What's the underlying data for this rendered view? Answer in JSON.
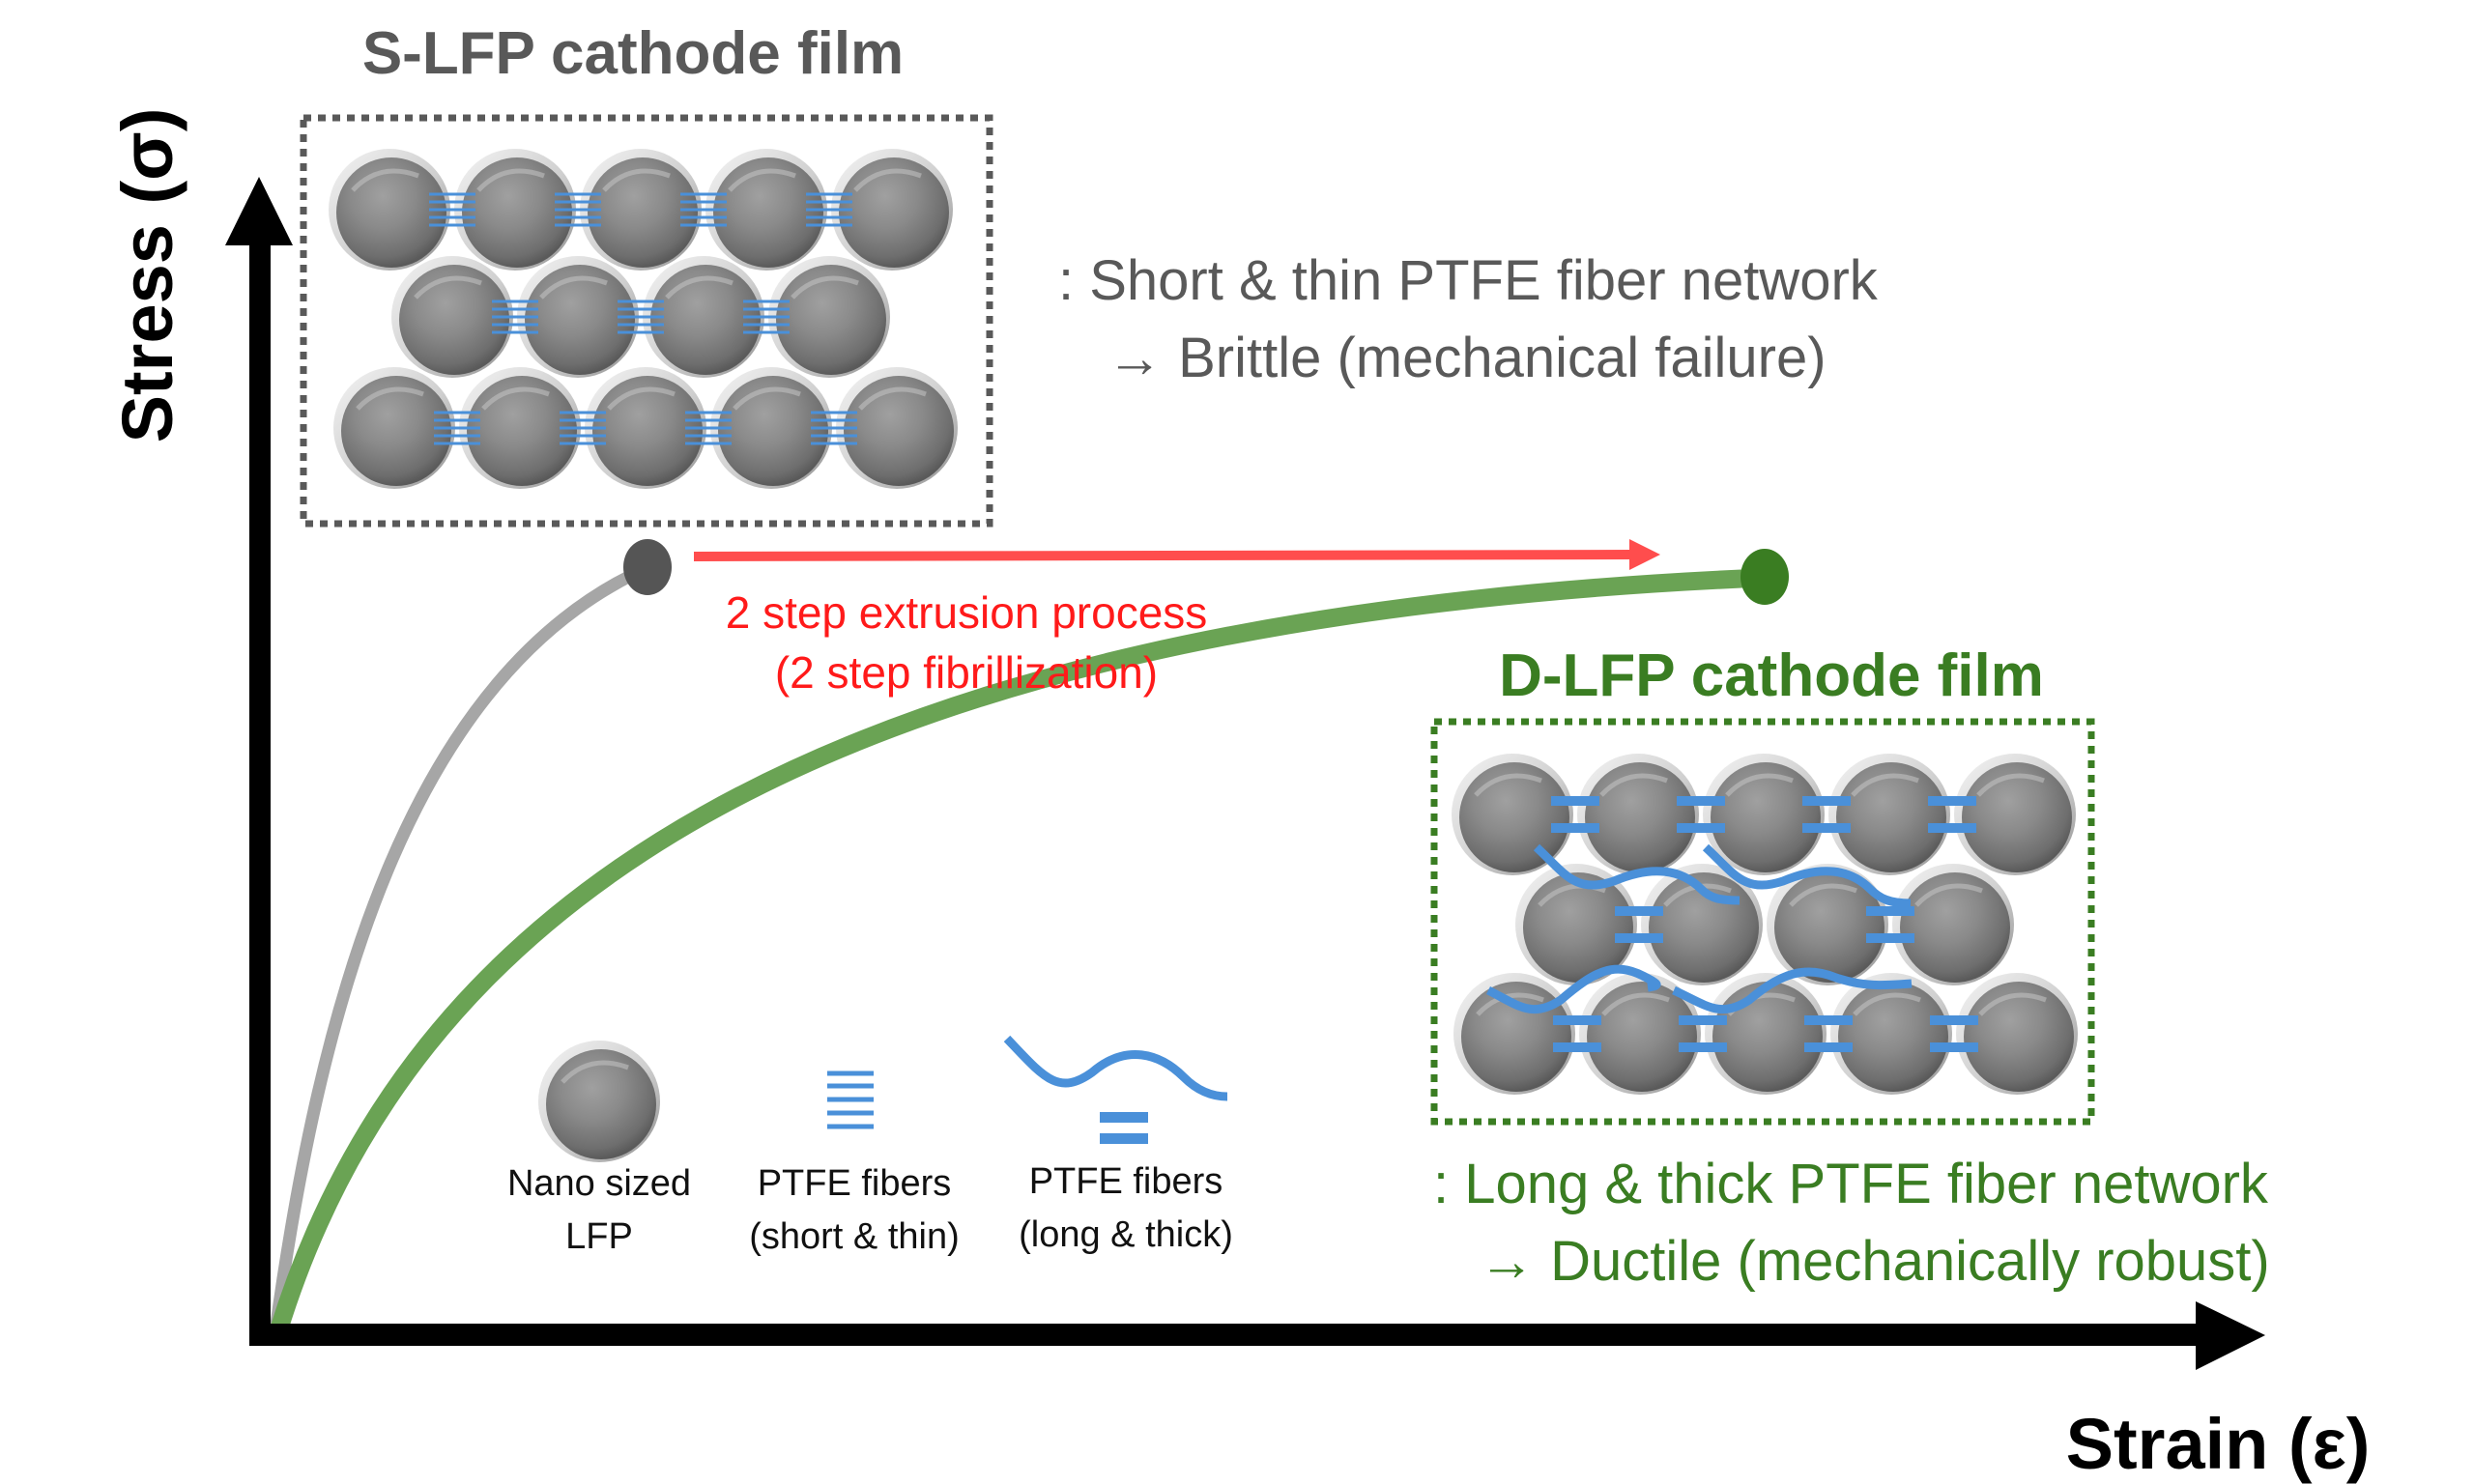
{
  "figure": {
    "axes": {
      "y_label": "Stress (σ)",
      "x_label": "Strain (ε)"
    },
    "s_lfp": {
      "title": "S-LFP cathode film",
      "description_line1": ": Short & thin PTFE fiber network",
      "description_line2": "→ Brittle (mechanical failure)",
      "fiber_type": "short-thin",
      "particle_rows": [
        5,
        4,
        5
      ],
      "color_text": "#595959",
      "color_border": "#595959",
      "color_curve": "#a6a6a6",
      "color_endpoint": "#555555"
    },
    "d_lfp": {
      "title": "D-LFP cathode film",
      "description_line1": ": Long & thick PTFE fiber network",
      "description_line2": "→ Ductile (mechanically robust)",
      "fiber_type": "long-thick",
      "particle_rows": [
        5,
        4,
        5
      ],
      "color_text": "#3a7d22",
      "color_border": "#3a7d22",
      "color_curve": "#6aa354",
      "color_endpoint": "#3a7d22"
    },
    "process": {
      "line1": "2 step extrusion process",
      "line2": "(2 step fibrillization)",
      "color": "#ff1a1a",
      "arrow_color": "#ff4d4d"
    },
    "legend": {
      "items": [
        {
          "icon": "lfp-particle-icon",
          "line1": "Nano sized",
          "line2": "LFP"
        },
        {
          "icon": "short-thin-fiber-icon",
          "line1": "PTFE fibers",
          "line2": "(short & thin)"
        },
        {
          "icon": "long-thick-fiber-icon",
          "line1": "PTFE fibers",
          "line2": "(long & thick)"
        }
      ]
    },
    "fiber_color": "#4a90d9"
  }
}
